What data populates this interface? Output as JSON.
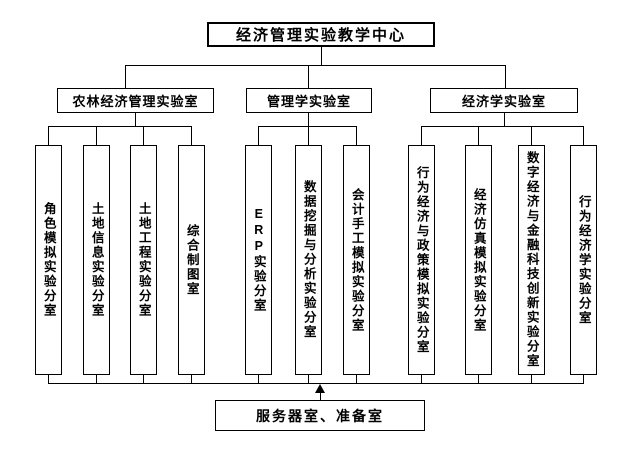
{
  "diagram": {
    "root": "经济管理实验教学中心",
    "groups": [
      {
        "label": "农林经济管理实验室",
        "children": [
          "角色模拟实验分室",
          "土地信息实验分室",
          "土地工程实验分室",
          "综合制图室"
        ]
      },
      {
        "label": "管理学实验室",
        "children": [
          "ERP实验分室",
          "数据挖掘与分析实验分室",
          "会计手工模拟实验分室"
        ]
      },
      {
        "label": "经济学实验室",
        "children": [
          "行为经济与政策模拟实验分室",
          "经济仿真模拟实验分室",
          "数字经济与金融科技创新实验分室",
          "行为经济学实验分室"
        ]
      }
    ],
    "bottom": "服务器室、准备室"
  }
}
